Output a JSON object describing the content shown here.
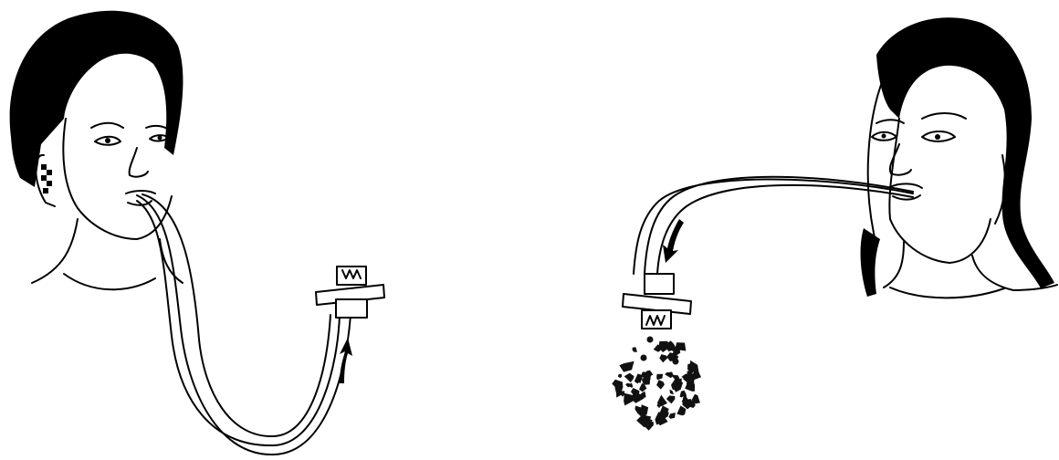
{
  "figure": {
    "panels": [
      {
        "id": "left",
        "flow_direction": "up"
      },
      {
        "id": "right",
        "flow_direction": "down",
        "particles": true
      }
    ],
    "colors": {
      "line": "#000000",
      "fill": "#ffffff"
    }
  }
}
